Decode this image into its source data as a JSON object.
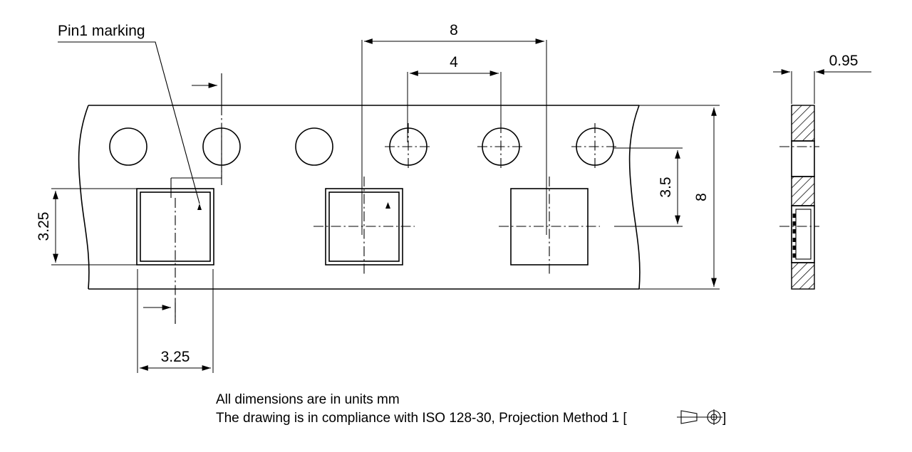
{
  "drawing": {
    "type": "tape-and-reel-carrier-tape-dimension-drawing",
    "units": "mm",
    "labels": {
      "pin1_marking": "Pin1 marking"
    },
    "dimensions": {
      "tape_width_top": "8",
      "pocket_pitch": "4",
      "tape_width_right": "8",
      "hole_to_pocket_center": "3.5",
      "pocket_width_left": "3.25",
      "pocket_pitch_bottom": "3.25",
      "tape_thickness": "0.95"
    },
    "notes": {
      "line1": "All dimensions are in units mm",
      "line2_prefix": "The drawing is in compliance with ISO 128-30, Projection Method 1 [",
      "line2_suffix": "]"
    },
    "colors": {
      "line": "#000000",
      "background": "#ffffff"
    },
    "icons": {
      "projection_symbol": "first-angle-projection-icon",
      "pin1_triangle": "pin1-triangle-icon"
    }
  }
}
